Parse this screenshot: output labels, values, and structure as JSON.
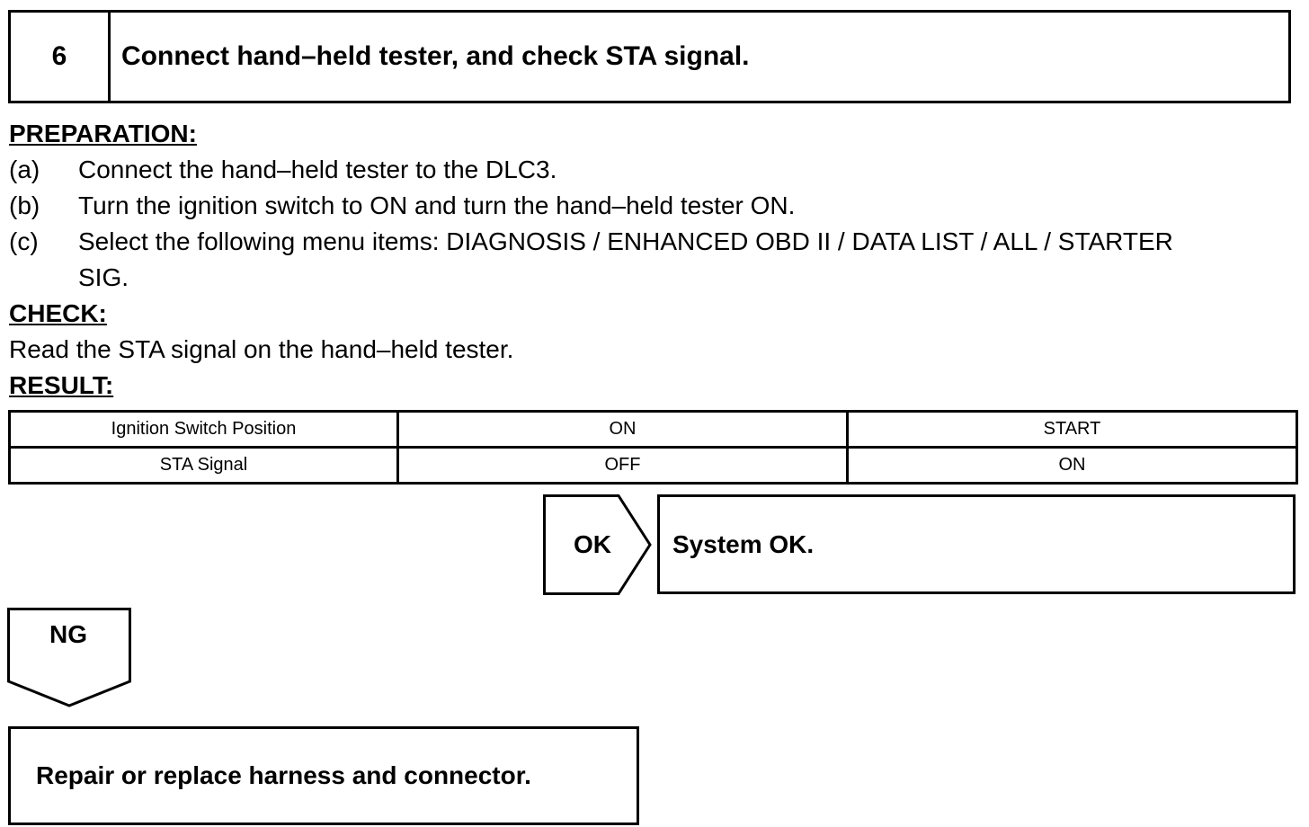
{
  "step": {
    "number": "6",
    "title": "Connect hand–held tester, and check STA signal."
  },
  "preparation": {
    "heading": "PREPARATION:",
    "items": [
      {
        "label": "(a)",
        "text": "Connect the hand–held tester to the DLC3."
      },
      {
        "label": "(b)",
        "text": "Turn the ignition switch to ON and turn the hand–held tester ON."
      },
      {
        "label": "(c)",
        "text_line1": "Select the following menu items: DIAGNOSIS / ENHANCED OBD II / DATA LIST / ALL / STARTER",
        "text_line2": "SIG."
      }
    ]
  },
  "check": {
    "heading": "CHECK:",
    "text": "Read the STA signal on the hand–held tester."
  },
  "result": {
    "heading": "RESULT:",
    "rows": [
      [
        "Ignition Switch Position",
        "ON",
        "START"
      ],
      [
        "STA Signal",
        "OFF",
        "ON"
      ]
    ]
  },
  "ok_branch": {
    "tag": "OK",
    "text": "System OK."
  },
  "ng_branch": {
    "tag": "NG",
    "text": "Repair or replace harness and connector."
  }
}
